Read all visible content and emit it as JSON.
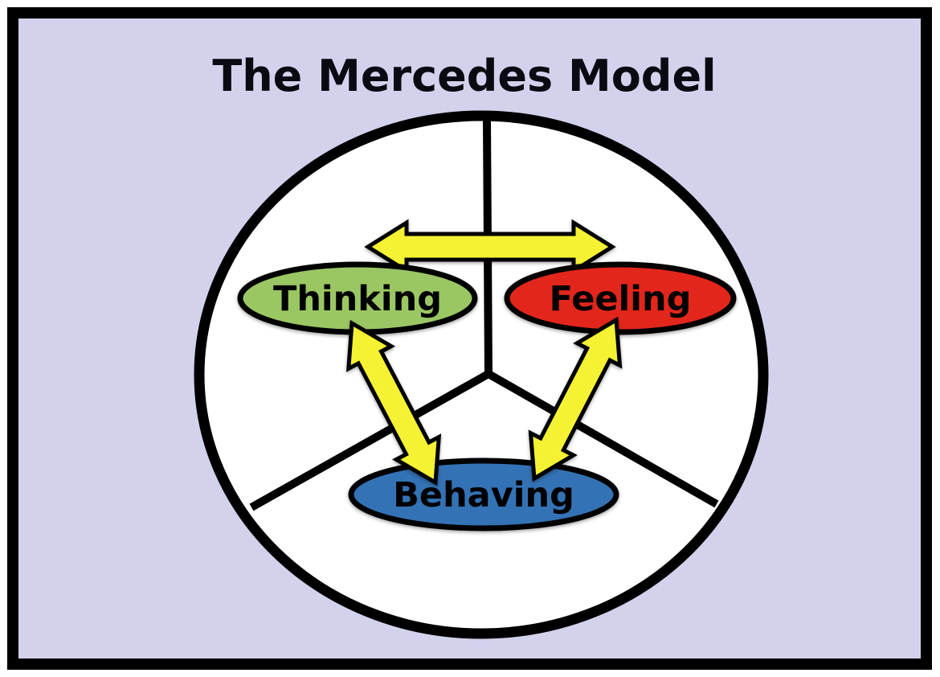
{
  "title": "The Mercedes Model",
  "diagram": {
    "type": "venn-like-cycle",
    "shape": "circle divided into three sectors (Mercedes star layout)",
    "background_color": "#d2d2ed",
    "frame_color": "#000000",
    "circle_fill": "#ffffff",
    "outline_color": "#000000",
    "arrow_color": "#f5f233",
    "nodes": [
      {
        "id": "thinking",
        "label": "Thinking",
        "color": "#9ac763",
        "position": "upper-left sector"
      },
      {
        "id": "feeling",
        "label": "Feeling",
        "color": "#e2261b",
        "position": "upper-right sector"
      },
      {
        "id": "behaving",
        "label": "Behaving",
        "color": "#3372b5",
        "position": "bottom sector"
      }
    ],
    "connections": [
      {
        "from": "Thinking",
        "to": "Feeling",
        "style": "double-headed-arrow"
      },
      {
        "from": "Thinking",
        "to": "Behaving",
        "style": "double-headed-arrow"
      },
      {
        "from": "Feeling",
        "to": "Behaving",
        "style": "double-headed-arrow"
      }
    ]
  }
}
